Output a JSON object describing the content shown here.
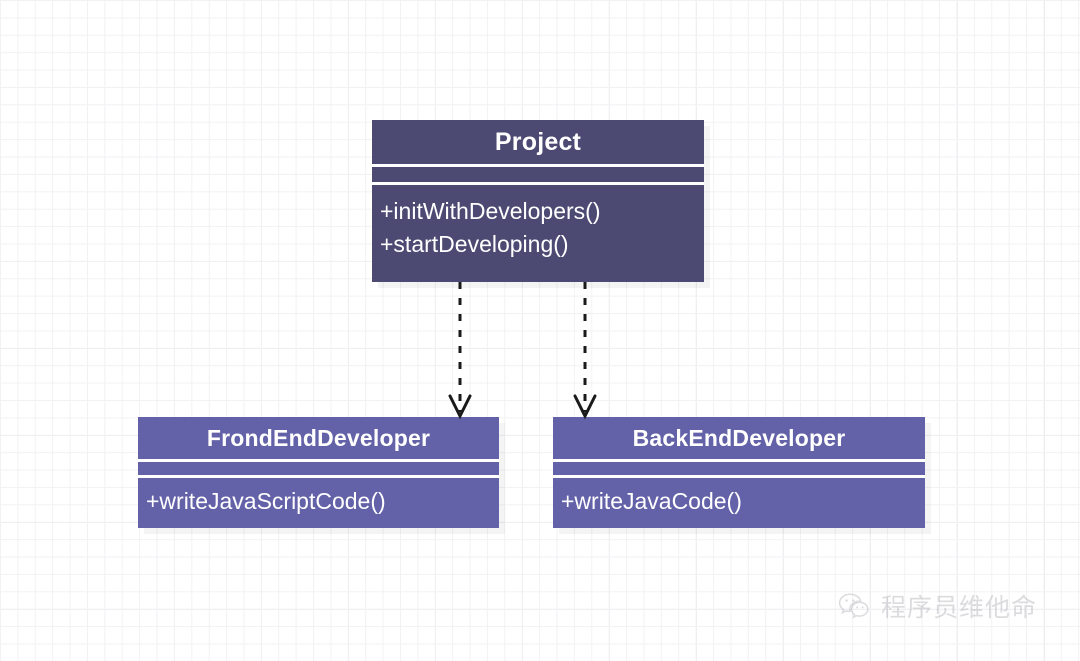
{
  "diagram": {
    "type": "uml-class-diagram",
    "background": "#ffffff",
    "grid": true,
    "colors": {
      "root_box": "#4c4a73",
      "leaf_box": "#6361a8",
      "text": "#ffffff",
      "arrow": "#1a1a1a",
      "grid_minor": "#f2f2f4",
      "grid_major": "#eaeaee"
    },
    "classes": [
      {
        "id": "project",
        "name": "Project",
        "attributes": [],
        "methods": [
          "+initWithDevelopers()",
          "+startDeveloping()"
        ]
      },
      {
        "id": "frontend",
        "name": "FrondEndDeveloper",
        "attributes": [],
        "methods": [
          "+writeJavaScriptCode()"
        ]
      },
      {
        "id": "backend",
        "name": "BackEndDeveloper",
        "attributes": [],
        "methods": [
          "+writeJavaCode()"
        ]
      }
    ],
    "relationships": [
      {
        "from": "project",
        "to": "frontend",
        "kind": "dependency",
        "line_style": "dashed",
        "arrowhead": "open"
      },
      {
        "from": "project",
        "to": "backend",
        "kind": "dependency",
        "line_style": "dashed",
        "arrowhead": "open"
      }
    ]
  },
  "watermark": {
    "icon": "wechat-icon",
    "text": "程序员维他命"
  }
}
